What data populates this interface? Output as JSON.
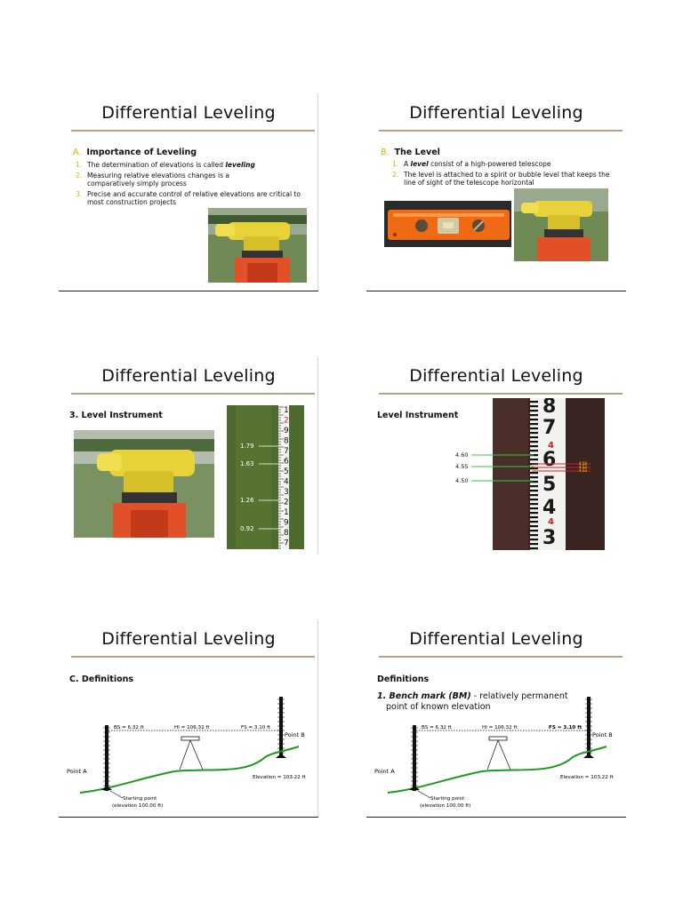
{
  "slides": [
    {
      "title": "Differential Leveling",
      "heading_letter": "A.",
      "heading": "Importance of Leveling",
      "items": [
        {
          "num": "1.",
          "pre": "The determination of elevations is called ",
          "em": "leveling",
          "post": ""
        },
        {
          "num": "2.",
          "text": "Measuring relative elevations changes is a comparatively simply process"
        },
        {
          "num": "3.",
          "text": "Precise and accurate control of relative elevations are critical to most construction projects"
        }
      ]
    },
    {
      "title": "Differential Leveling",
      "heading_letter": "B.",
      "heading": "The Level",
      "items": [
        {
          "num": "1.",
          "pre": "A ",
          "em": "level",
          "post": " consist of a high-powered telescope"
        },
        {
          "num": "2.",
          "text": "The level is attached to a spirit or bubble level that keeps the line of sight of the telescope horizontal"
        }
      ]
    },
    {
      "title": "Differential Leveling",
      "heading": "3. Level Instrument",
      "rod_readings": [
        "1.79",
        "1.63",
        "1.26",
        "0.92"
      ],
      "rod_numbers": [
        "1",
        "2",
        "9",
        "8",
        "7",
        "6",
        "5",
        "4",
        "3",
        "2",
        "1",
        "9",
        "8",
        "7"
      ]
    },
    {
      "title": "Differential Leveling",
      "heading": "Level Instrument",
      "readings": [
        "4.60",
        "4.55",
        "4.50"
      ],
      "small_readings": [
        "4.54",
        "4.53",
        "4.52"
      ],
      "rod_numbers": [
        "8",
        "7",
        "4",
        "6",
        "5",
        "4",
        "4",
        "3"
      ]
    },
    {
      "title": "Differential Leveling",
      "heading_letter": "C.",
      "heading": "Definitions"
    },
    {
      "title": "Differential Leveling",
      "heading": "Definitions",
      "def_title": "1. Bench mark (BM)",
      "def_text1": " - relatively permanent",
      "def_text2": "point of known elevation"
    }
  ],
  "diagram": {
    "bs": "BS = 6.32 ft",
    "hi": "HI = 106.32 ft",
    "fs": "FS = 3.10 ft",
    "point_a": "Point A",
    "point_b": "Point B",
    "elevation": "Elevation = 103.22 ft",
    "start1": "Starting point",
    "start2": "(elevation 100.00 ft)"
  },
  "colors": {
    "accent_number": "#e0b000",
    "rule": "#b8a28a",
    "ground": "#1e9a1e",
    "level_orange": "#ef6a12",
    "rod_red": "#d42020"
  }
}
